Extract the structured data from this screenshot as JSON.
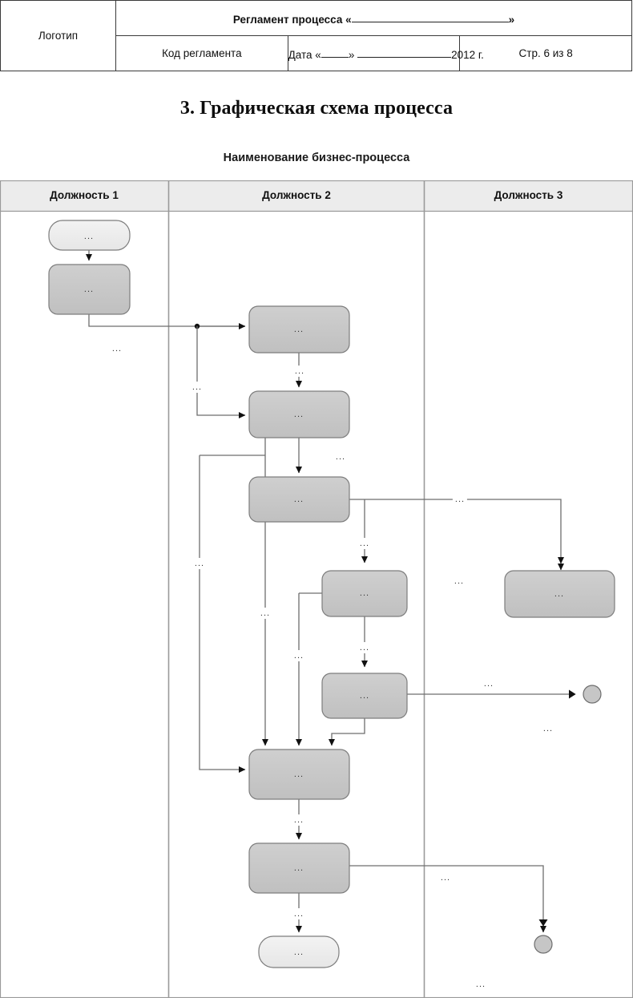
{
  "header": {
    "logo_label": "Логотип",
    "title_prefix": "Регламент процесса «",
    "title_suffix": "»",
    "code_label": "Код регламента",
    "date_prefix": "Дата «",
    "date_quote_close": "»",
    "date_year": "2012 г.",
    "page_label": "Стр. 6 из 8"
  },
  "section": {
    "title": "3. Графическая схема процесса",
    "process_name": "Наименование бизнес-процесса"
  },
  "lanes": [
    {
      "label": "Должность 1"
    },
    {
      "label": "Должность 2"
    },
    {
      "label": "Должность 3"
    }
  ],
  "nodes": [
    {
      "id": "start",
      "label": "...",
      "type": "start",
      "lane": 0
    },
    {
      "id": "p1",
      "label": "...",
      "type": "process",
      "lane": 0
    },
    {
      "id": "p2",
      "label": "...",
      "type": "process",
      "lane": 1
    },
    {
      "id": "p3",
      "label": "...",
      "type": "process",
      "lane": 1
    },
    {
      "id": "p4",
      "label": "...",
      "type": "process",
      "lane": 1
    },
    {
      "id": "p5",
      "label": "...",
      "type": "process",
      "lane": 1
    },
    {
      "id": "p6",
      "label": "...",
      "type": "process",
      "lane": 1
    },
    {
      "id": "p7",
      "label": "...",
      "type": "process",
      "lane": 1
    },
    {
      "id": "p8",
      "label": "...",
      "type": "process",
      "lane": 1
    },
    {
      "id": "p9",
      "label": "...",
      "type": "process",
      "lane": 2
    },
    {
      "id": "end",
      "label": "...",
      "type": "end",
      "lane": 1
    },
    {
      "id": "term1",
      "label": "",
      "type": "terminator",
      "lane": 2
    },
    {
      "id": "term2",
      "label": "",
      "type": "terminator",
      "lane": 2
    }
  ],
  "edge_labels": [
    {
      "id": "e1",
      "label": "..."
    },
    {
      "id": "e2",
      "label": "..."
    },
    {
      "id": "e3",
      "label": "..."
    },
    {
      "id": "e4",
      "label": "..."
    },
    {
      "id": "e5",
      "label": "..."
    },
    {
      "id": "e6",
      "label": "..."
    },
    {
      "id": "e7",
      "label": "..."
    },
    {
      "id": "e8",
      "label": "..."
    },
    {
      "id": "e9",
      "label": "..."
    },
    {
      "id": "e10",
      "label": "..."
    },
    {
      "id": "e11",
      "label": "..."
    },
    {
      "id": "e12",
      "label": "..."
    },
    {
      "id": "e13",
      "label": "..."
    },
    {
      "id": "e14",
      "label": "..."
    },
    {
      "id": "e15",
      "label": "..."
    },
    {
      "id": "e16",
      "label": "..."
    },
    {
      "id": "e17",
      "label": "..."
    }
  ],
  "colors": {
    "process_fill": "#c6c6c6",
    "terminal_fill": "#ededed",
    "terminator_fill": "#c6c6c6",
    "lane_header_fill": "#ececec",
    "shape_stroke": "#6e6e6e",
    "connector": "#6e6e6e",
    "arrow": "#111111",
    "frame": "#9a9a9a"
  }
}
